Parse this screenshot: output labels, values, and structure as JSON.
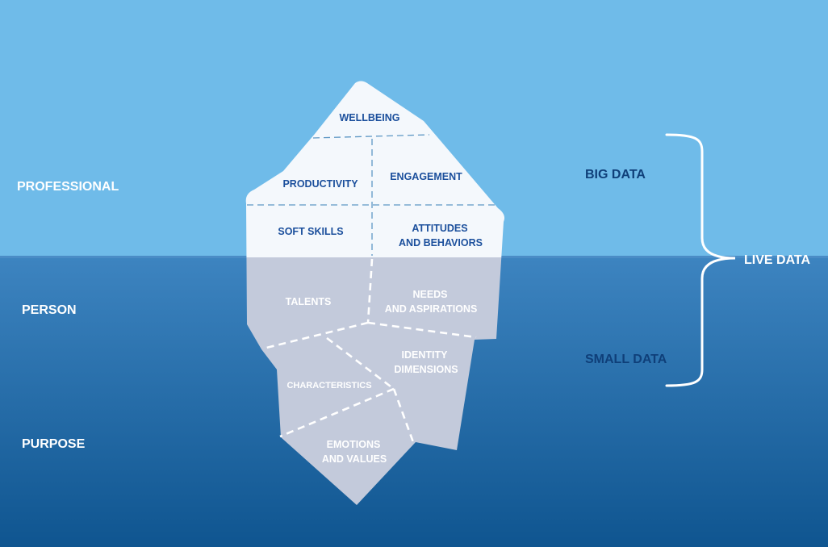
{
  "colors": {
    "sky": "#6fbbe9",
    "sea_top": "#3d84c0",
    "sea_bottom": "#0f5590",
    "ice_above": "#f4f8fc",
    "ice_below": "#c3cadb",
    "label_dark": "#1b4f9c",
    "data_label": "#0f3f79"
  },
  "left_labels": {
    "professional": "PROFESSIONAL",
    "person": "PERSON",
    "purpose": "PURPOSE"
  },
  "iceberg": {
    "above": {
      "wellbeing": "WELLBEING",
      "productivity": "PRODUCTIVITY",
      "engagement": "ENGAGEMENT",
      "soft_skills": "SOFT SKILLS",
      "attitudes_1": "ATTITUDES",
      "attitudes_2": "AND BEHAVIORS"
    },
    "below": {
      "talents": "TALENTS",
      "needs_1": "NEEDS",
      "needs_2": "AND ASPIRATIONS",
      "identity_1": "IDENTITY",
      "identity_2": "DIMENSIONS",
      "characteristics": "CHARACTERISTICS",
      "emotions_1": "EMOTIONS",
      "emotions_2": "AND VALUES"
    }
  },
  "right_labels": {
    "big_data": "BIG DATA",
    "small_data": "SMALL DATA",
    "live_data": "LIVE DATA"
  }
}
